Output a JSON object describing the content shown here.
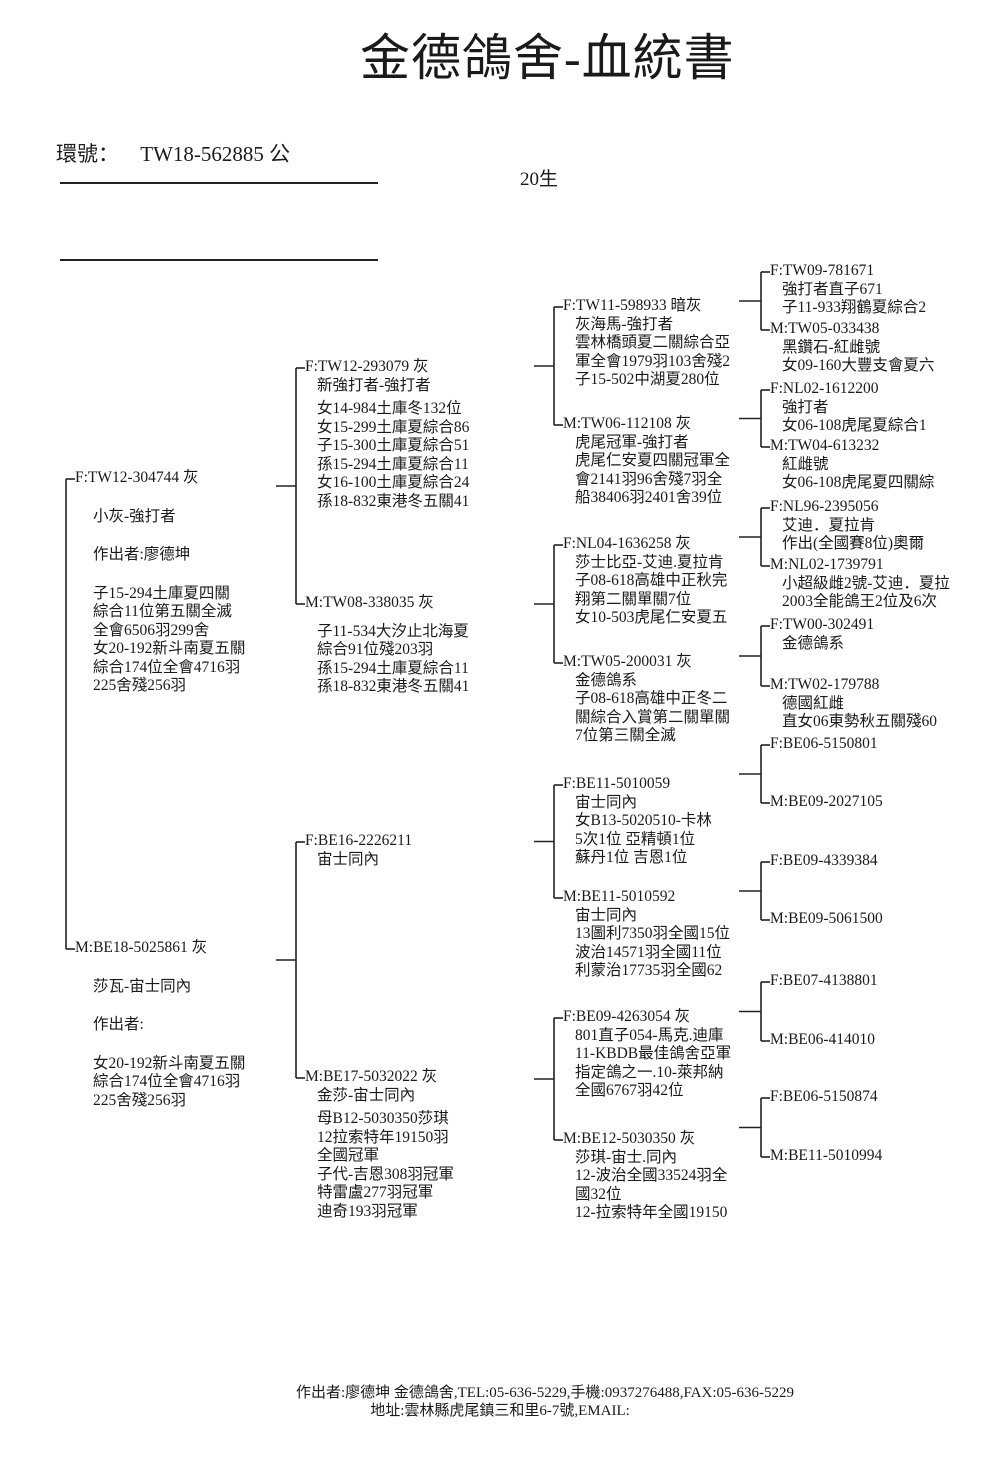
{
  "title": "金德鴿舍-血統書",
  "ring": {
    "label": "環號：",
    "value": "TW18-562885 公"
  },
  "born": "20生",
  "pedigree": [
    {
      "header": "F:TW12-304744 灰",
      "groups": [
        [
          "小灰-強打者"
        ],
        [
          "作出者:廖德坤"
        ],
        [
          "子15-294土庫夏四關",
          "綜合11位第五關全滅",
          "全會6506羽299舍",
          "女20-192新斗南夏五關",
          "綜合174位全會4716羽",
          "225舍殘256羽"
        ]
      ]
    },
    {
      "header": "M:BE18-5025861 灰",
      "groups": [
        [
          "莎瓦-宙士同內"
        ],
        [
          "作出者:"
        ],
        [
          "女20-192新斗南夏五關",
          "綜合174位全會4716羽",
          "225舍殘256羽"
        ]
      ]
    },
    {
      "header": "F:TW12-293079 灰",
      "groups": [
        [
          "新強打者-強打者"
        ],
        [
          "女14-984土庫冬132位",
          "女15-299土庫夏綜合86",
          "子15-300土庫夏綜合51",
          "孫15-294土庫夏綜合11",
          "女16-100土庫夏綜合24",
          "孫18-832東港冬五關41"
        ]
      ]
    },
    {
      "header": "M:TW08-338035 灰",
      "groups": [
        [],
        [
          "子11-534大汐止北海夏",
          "綜合91位殘203羽",
          "孫15-294土庫夏綜合11",
          "孫18-832東港冬五關41"
        ]
      ]
    },
    {
      "header": "F:BE16-2226211",
      "groups": [
        [
          "宙士同內"
        ]
      ]
    },
    {
      "header": "M:BE17-5032022 灰",
      "groups": [
        [
          "金莎-宙士同內"
        ],
        [
          "母B12-5030350莎琪",
          "12拉索特年19150羽",
          "全國冠軍",
          "子代-吉恩308羽冠軍",
          "特雷盧277羽冠軍",
          "迪奇193羽冠軍"
        ]
      ]
    },
    {
      "header": "F:TW11-598933 暗灰",
      "groups": [
        [
          "灰海馬-強打者",
          "雲林橋頭夏二關綜合亞",
          "軍全會1979羽103舍殘2",
          "子15-502中湖夏280位"
        ]
      ]
    },
    {
      "header": "M:TW06-112108 灰",
      "groups": [
        [
          "虎尾冠軍-強打者",
          "虎尾仁安夏四關冠軍全",
          "會2141羽96舍殘7羽全",
          "船38406羽2401舍39位"
        ]
      ]
    },
    {
      "header": "F:NL04-1636258 灰",
      "groups": [
        [
          "莎士比亞-艾迪.夏拉肯",
          "子08-618高雄中正秋完",
          "翔第二關單關7位",
          "女10-503虎尾仁安夏五"
        ]
      ]
    },
    {
      "header": "M:TW05-200031 灰",
      "groups": [
        [
          "金德鴿系",
          "子08-618高雄中正冬二",
          "關綜合入賞第二關單關",
          "7位第三關全滅"
        ]
      ]
    },
    {
      "header": "F:BE11-5010059",
      "groups": [
        [
          "宙士同內",
          "女B13-5020510-卡林",
          "5次1位 亞精頓1位",
          "蘇丹1位 吉恩1位"
        ]
      ]
    },
    {
      "header": "M:BE11-5010592",
      "groups": [
        [
          "宙士同內",
          "13圖利7350羽全國15位",
          "波治14571羽全國11位",
          "利蒙治17735羽全國62"
        ]
      ]
    },
    {
      "header": "F:BE09-4263054 灰",
      "groups": [
        [
          "801直子054-馬克.迪庫",
          "11-KBDB最佳鴿舍亞軍",
          "指定鴿之一.10-萊邦納",
          "全國6767羽42位"
        ]
      ]
    },
    {
      "header": "M:BE12-5030350 灰",
      "groups": [
        [
          "莎琪-宙士.同內",
          "12-波治全國33524羽全",
          "國32位",
          "12-拉索特年全國19150"
        ]
      ]
    },
    {
      "header": "F:TW09-781671",
      "groups": [
        [
          "強打者直子671",
          "子11-933翔鶴夏綜合2"
        ]
      ]
    },
    {
      "header": "M:TW05-033438",
      "groups": [
        [
          "黑鑽石-紅雌號",
          "女09-160大豐支會夏六"
        ]
      ]
    },
    {
      "header": "F:NL02-1612200",
      "groups": [
        [
          "強打者",
          "女06-108虎尾夏綜合1"
        ]
      ]
    },
    {
      "header": "M:TW04-613232",
      "groups": [
        [
          "紅雌號",
          "女06-108虎尾夏四關綜"
        ]
      ]
    },
    {
      "header": "F:NL96-2395056",
      "groups": [
        [
          "艾迪．夏拉肯",
          "作出(全國賽8位)奧爾"
        ]
      ]
    },
    {
      "header": "M:NL02-1739791",
      "groups": [
        [
          "小超級雌2號-艾迪．夏拉",
          "2003全能鴿王2位及6次"
        ]
      ]
    },
    {
      "header": "F:TW00-302491",
      "groups": [
        [
          "金德鴿系"
        ]
      ]
    },
    {
      "header": "M:TW02-179788",
      "groups": [
        [
          "德國紅雌",
          "直女06東勢秋五關殘60"
        ]
      ]
    },
    {
      "header": "F:BE06-5150801",
      "groups": []
    },
    {
      "header": "M:BE09-2027105",
      "groups": []
    },
    {
      "header": "F:BE09-4339384",
      "groups": []
    },
    {
      "header": "M:BE09-5061500",
      "groups": []
    },
    {
      "header": "F:BE07-4138801",
      "groups": []
    },
    {
      "header": "M:BE06-414010",
      "groups": []
    },
    {
      "header": "F:BE06-5150874",
      "groups": []
    },
    {
      "header": "M:BE11-5010994",
      "groups": []
    }
  ],
  "footer": {
    "line1": "作出者:廖德坤  金德鴿舍,TEL:05-636-5229,手機:0937276488,FAX:05-636-5229",
    "line2": "地址:雲林縣虎尾鎮三和里6-7號,EMAIL:"
  }
}
